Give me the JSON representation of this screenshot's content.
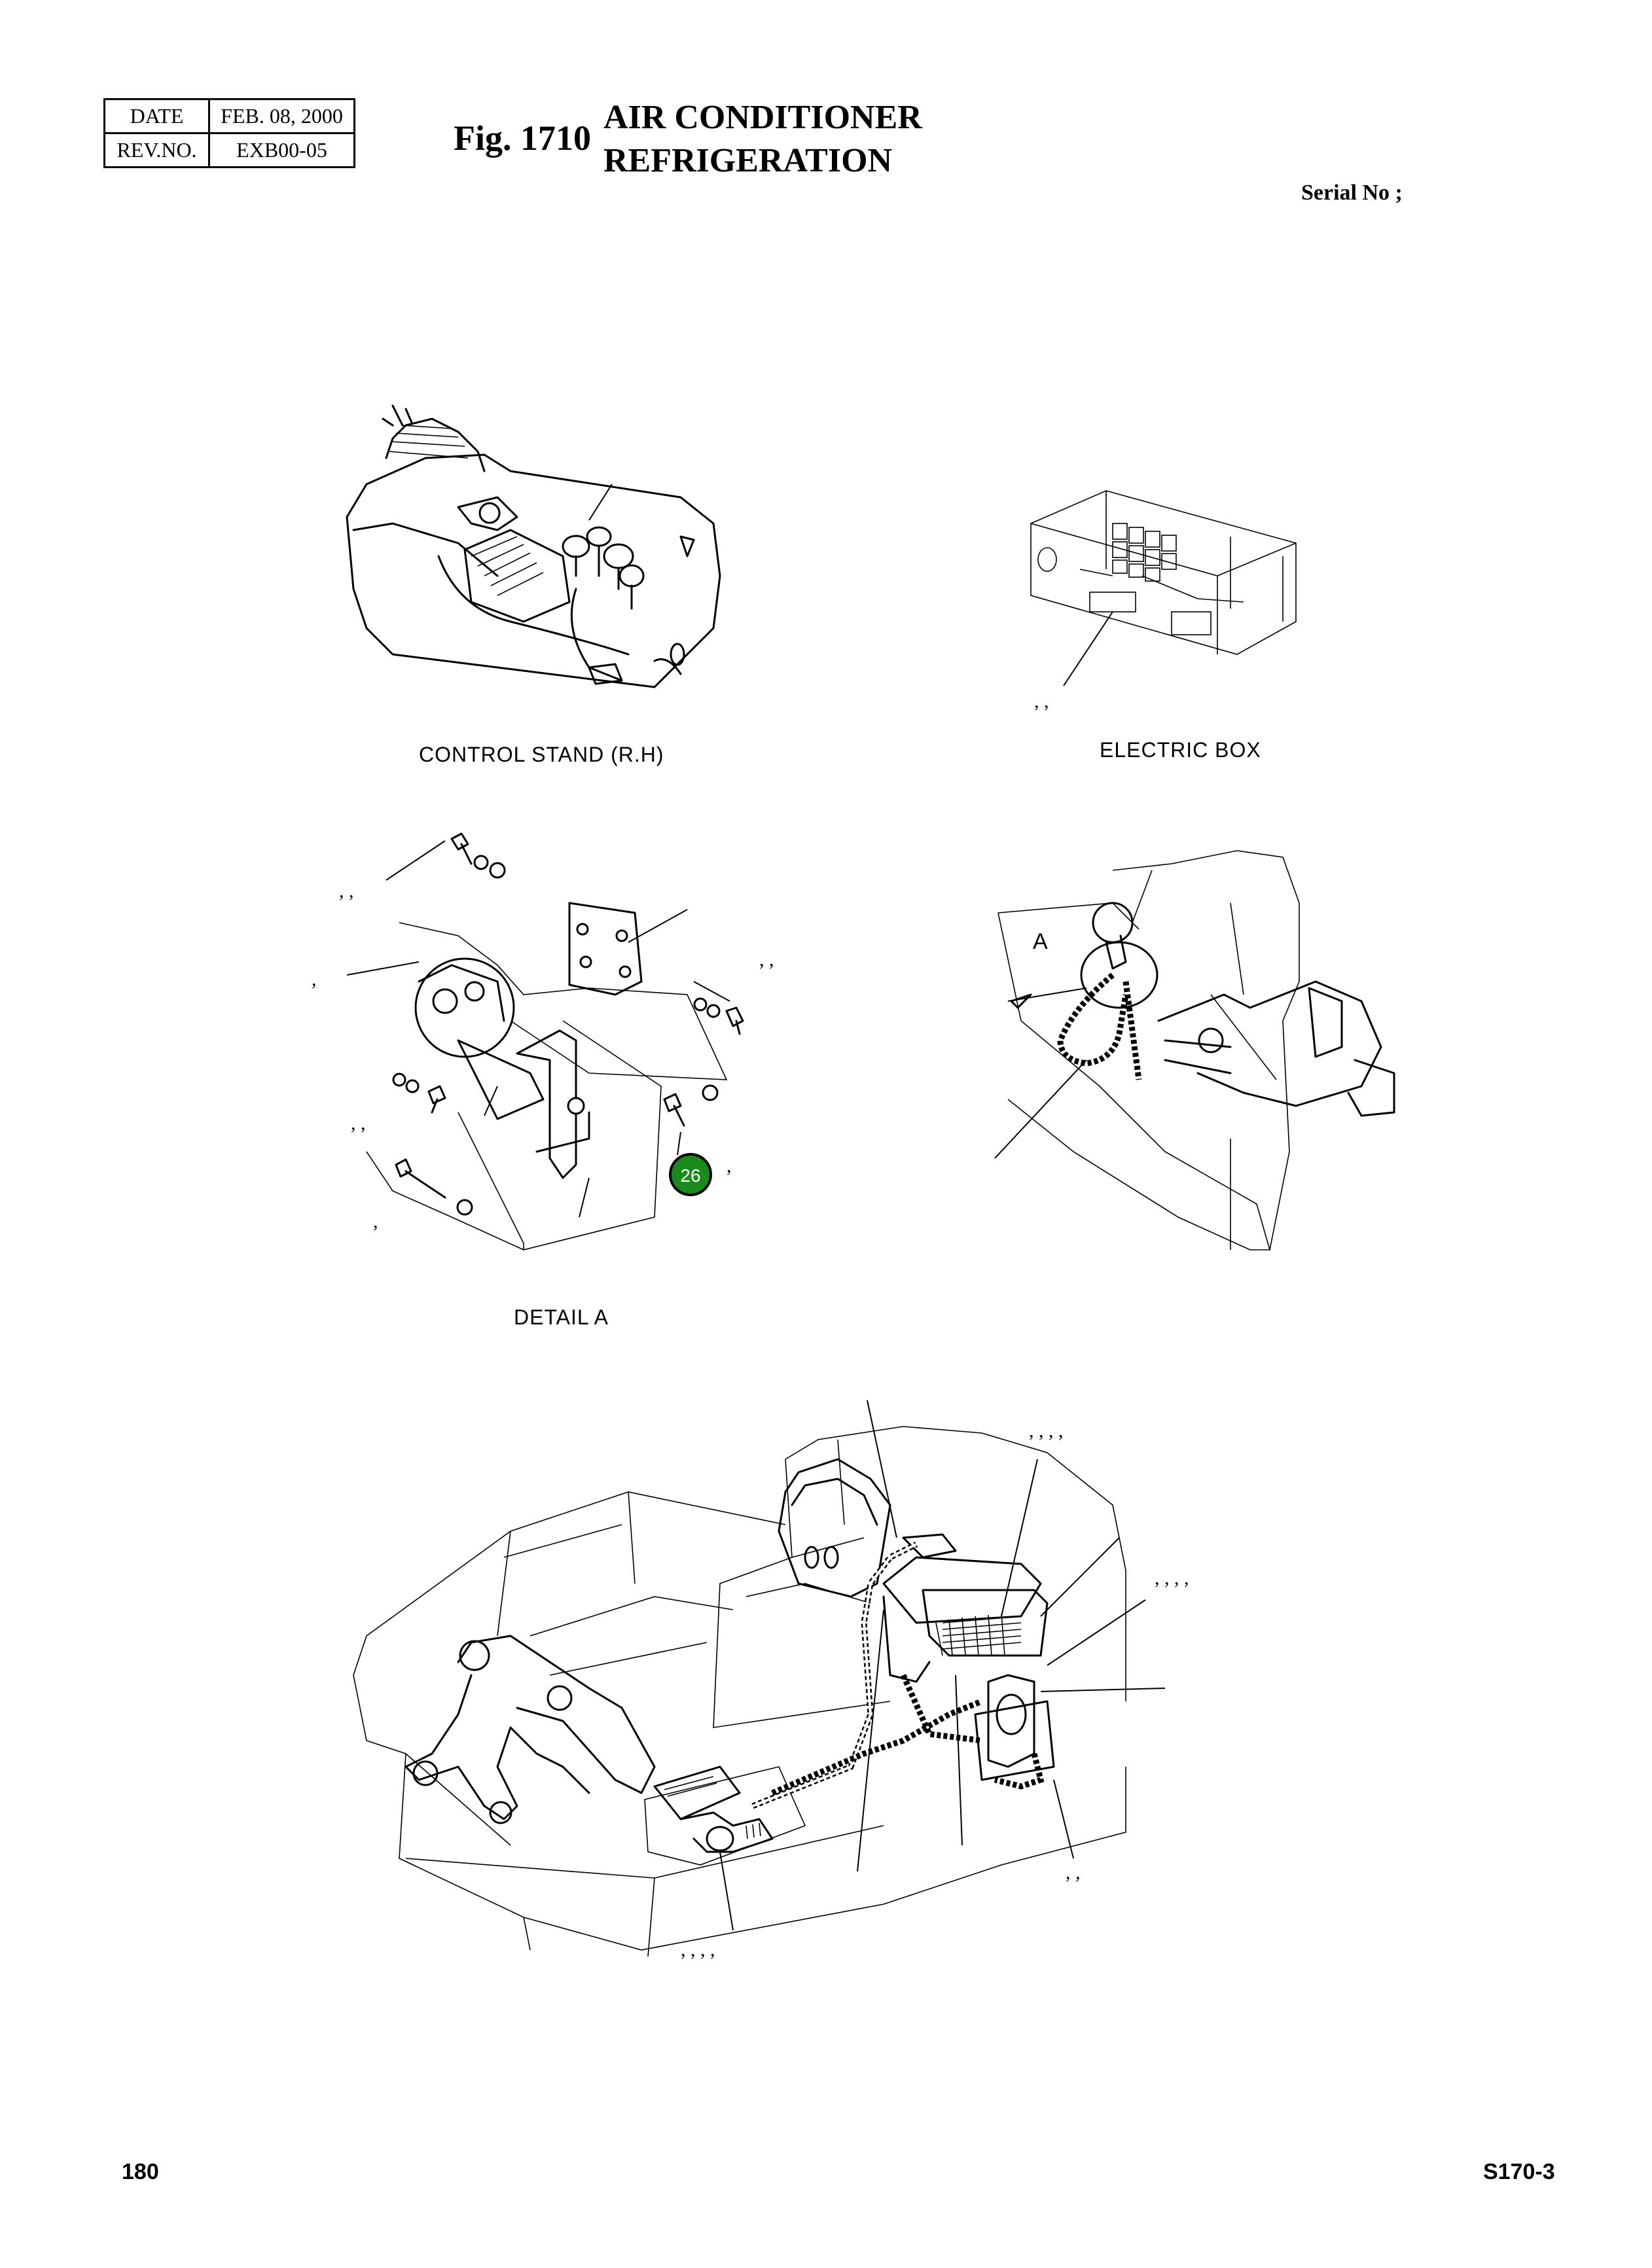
{
  "header": {
    "date_label": "DATE",
    "date_value": "FEB. 08, 2000",
    "rev_label": "REV.NO.",
    "rev_value": "EXB00-05",
    "fig_number": "Fig. 1710",
    "title_line1": "AIR CONDITIONER",
    "title_line2": "REFRIGERATION",
    "serial_label": "Serial No ;"
  },
  "captions": {
    "control_stand": "CONTROL STAND (R.H)",
    "electric_box": "ELECTRIC BOX",
    "detail_a": "DETAIL  A",
    "detail_marker": "A"
  },
  "callouts": {
    "c26": "26",
    "c26_color": "#1a8a1a"
  },
  "separators": {
    "eb": ",    ,",
    "da1": ",  ,",
    "da2": ",",
    "da3": ",  ,",
    "da4": ",  ,",
    "da5": ",",
    "da6": ",",
    "ov1": ",    ,    ,    ,",
    "ov2": ",    ,    ,    ,",
    "ov3": ",    ,",
    "ov4": ",    ,    ,    ,"
  },
  "footer": {
    "page_number": "180",
    "model_code": "S170-3"
  }
}
